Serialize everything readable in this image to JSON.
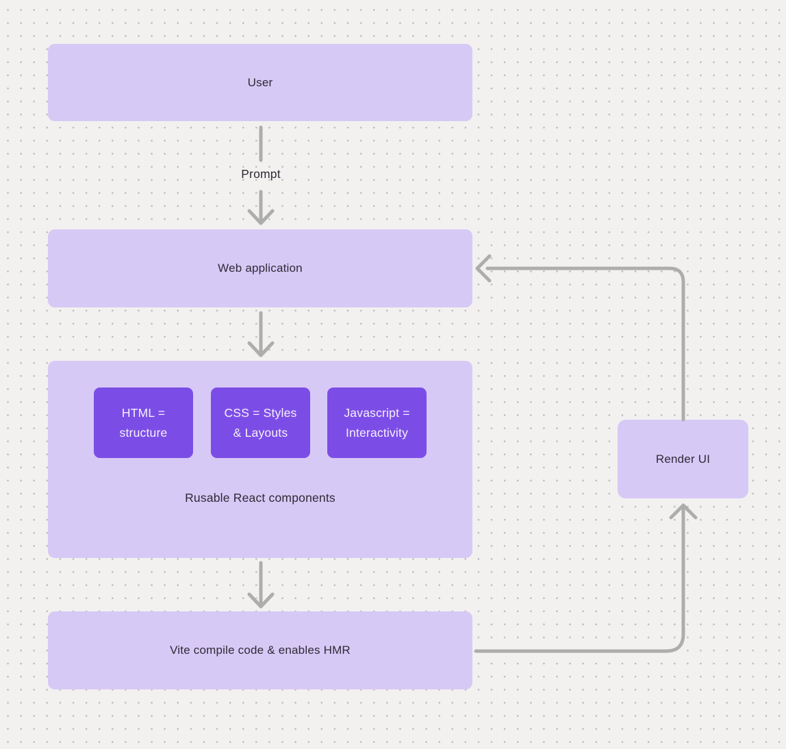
{
  "colors": {
    "background": "#f2f1ef",
    "dot": "#bcbbb9",
    "node_fill": "#d7c9f5",
    "inner_fill": "#7c4de6",
    "inner_text": "#f6f1fd",
    "text": "#2e2a36",
    "connector": "#adadad"
  },
  "nodes": {
    "user": {
      "label": "User"
    },
    "web_application": {
      "label": "Web application"
    },
    "components_group": {
      "caption": "Rusable React components",
      "children": [
        {
          "lines": [
            "HTML =",
            "structure"
          ]
        },
        {
          "lines": [
            "CSS = Styles",
            "& Layouts"
          ]
        },
        {
          "lines": [
            "Javascript =",
            "Interactivity"
          ]
        }
      ]
    },
    "vite": {
      "label": "Vite compile code & enables HMR"
    },
    "render_ui": {
      "label": "Render UI"
    }
  },
  "edges": {
    "user_to_webapp_label": "Prompt"
  }
}
